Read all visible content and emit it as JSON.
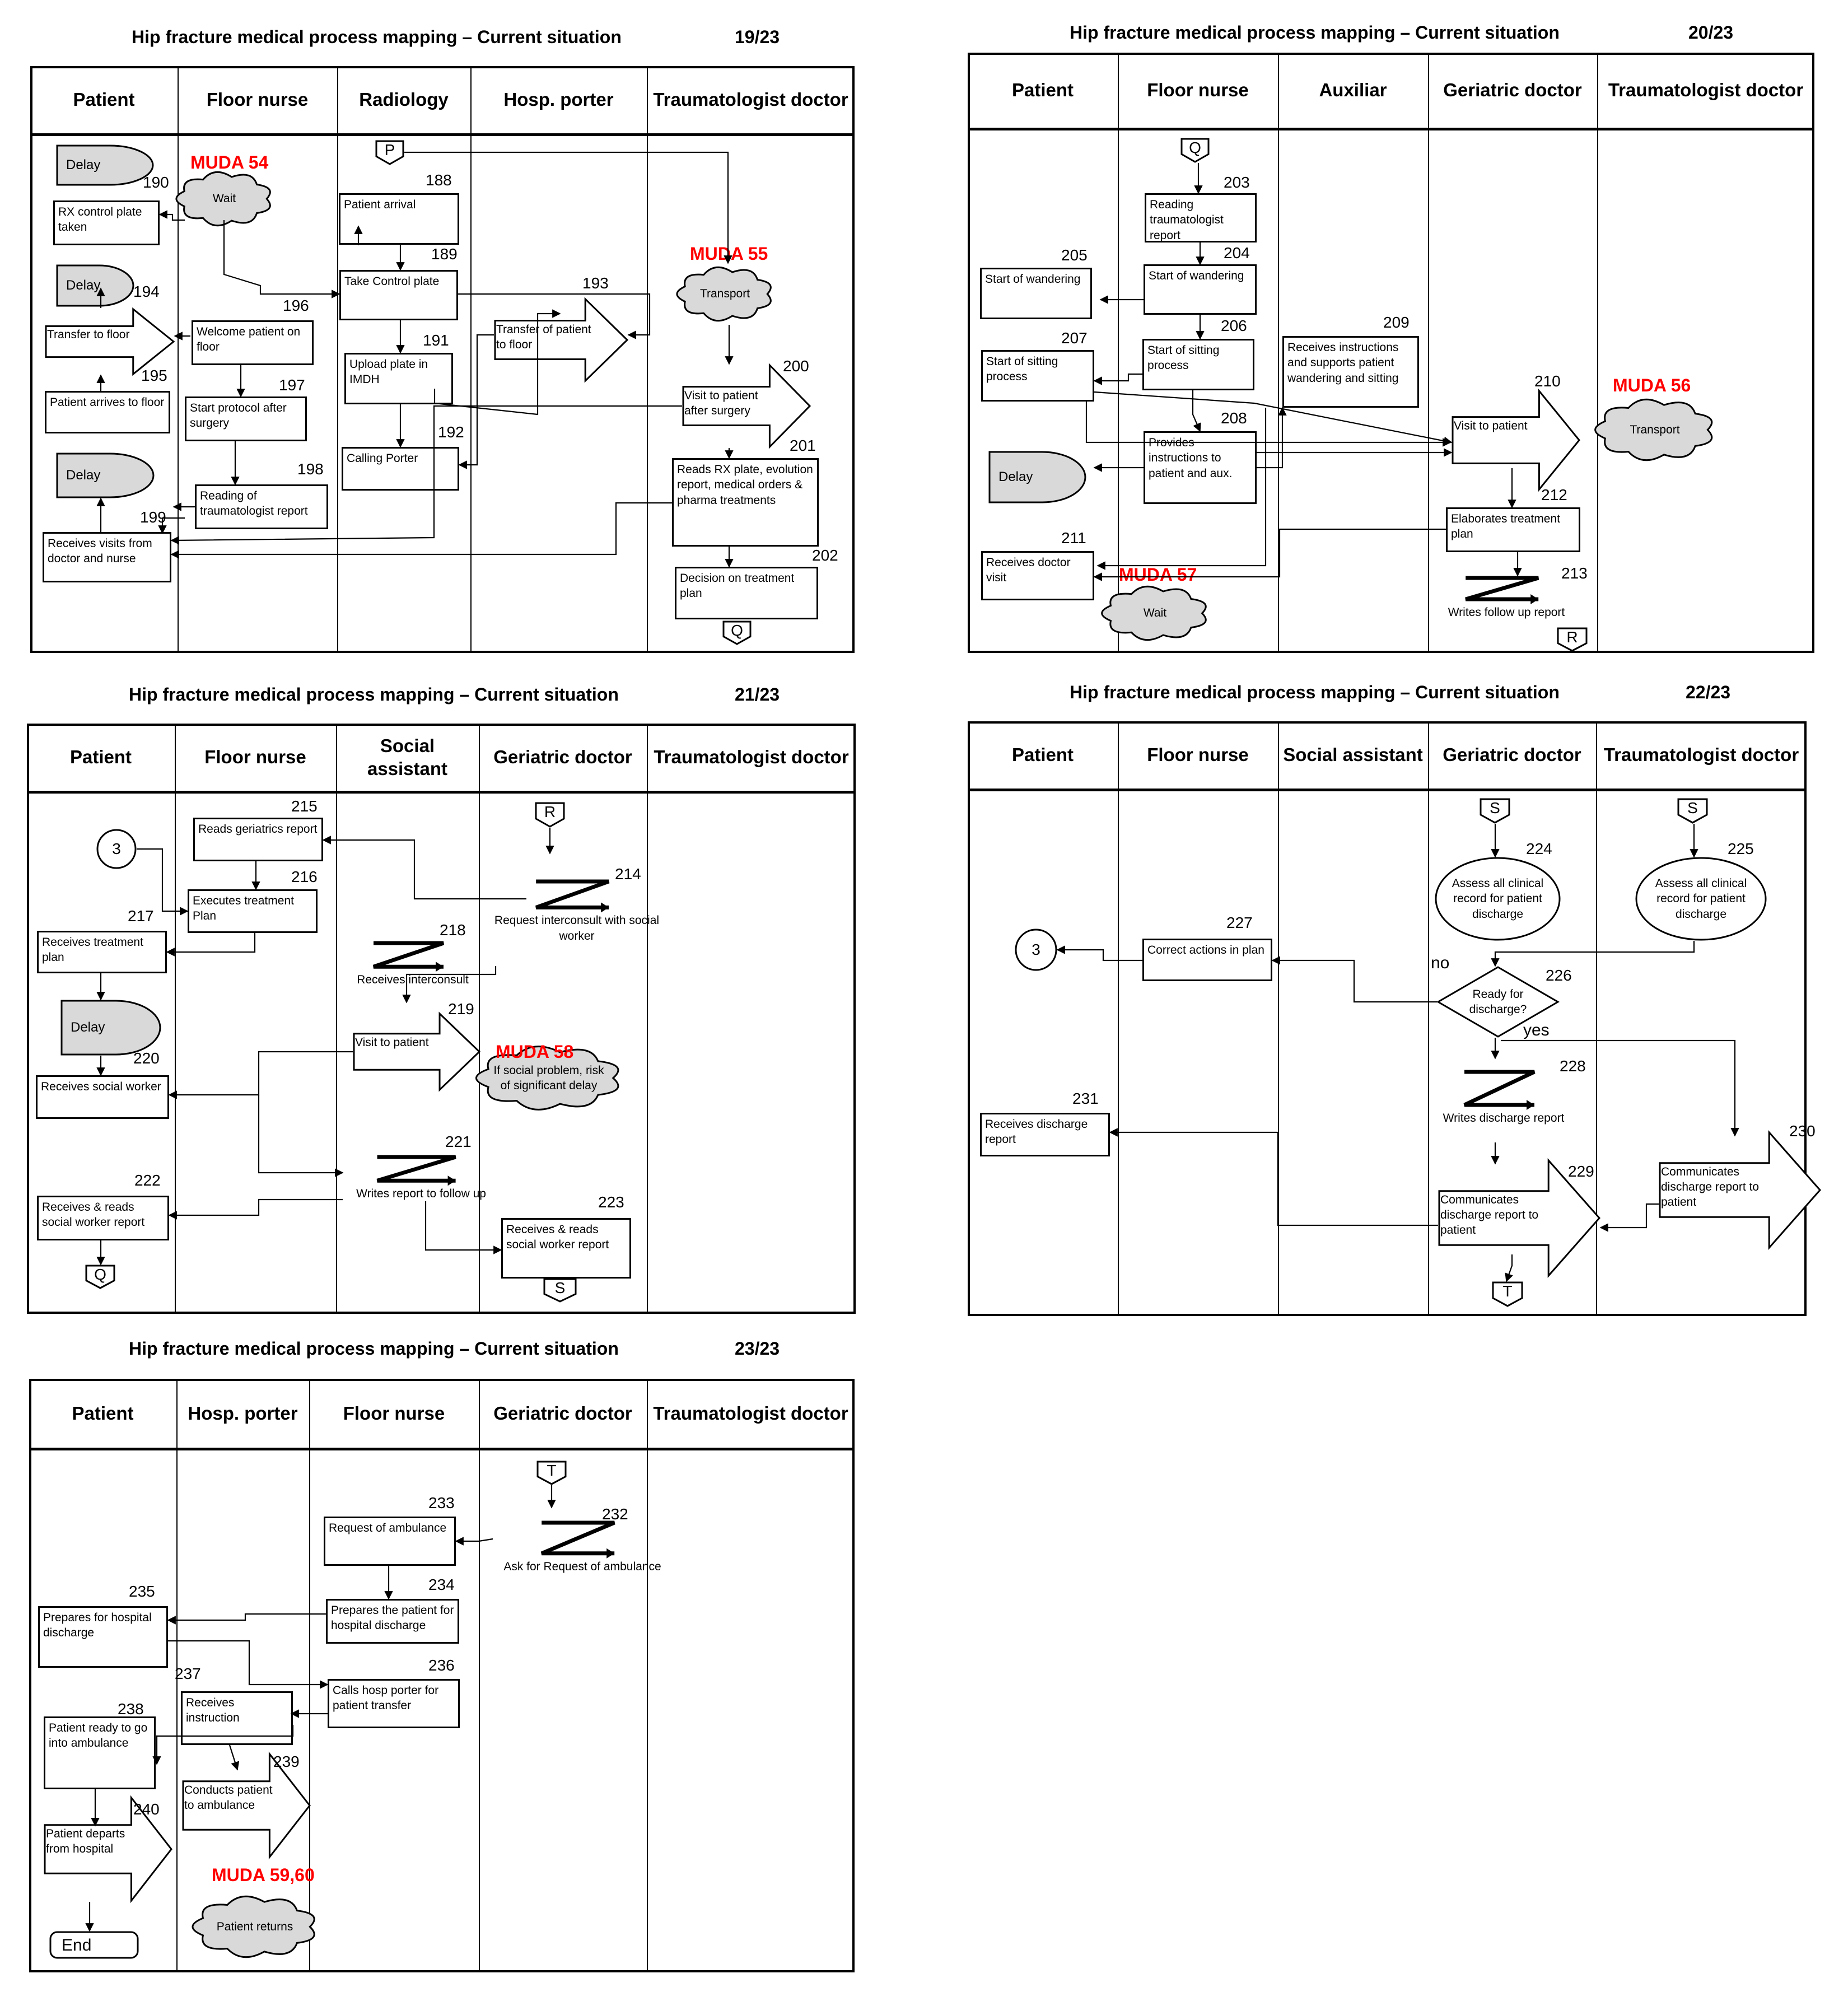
{
  "colors": {
    "muda": "#ff0000",
    "delay_fill": "#d9d9d9",
    "cloud_fill": "#d9d9d9",
    "line": "#000000"
  },
  "pages": [
    {
      "title": "Hip fracture medical process mapping – Current situation",
      "page": "19/23",
      "lanes": [
        "Patient",
        "Floor nurse",
        "Radiology",
        "Hosp. porter",
        "Traumatologist doctor"
      ],
      "steps": [
        {
          "id": "p19-190",
          "num": "190",
          "text": "RX control plate taken",
          "shape": "box"
        },
        {
          "id": "p19-194",
          "num": "194",
          "text": "Transfer to floor",
          "shape": "arrow"
        },
        {
          "id": "p19-195",
          "num": "195",
          "text": "Patient arrives to floor",
          "shape": "box"
        },
        {
          "id": "p19-199",
          "num": "199",
          "text": "Receives visits from doctor and nurse",
          "shape": "box"
        },
        {
          "id": "p19-196",
          "num": "196",
          "text": "Welcome patient on floor",
          "shape": "box"
        },
        {
          "id": "p19-197",
          "num": "197",
          "text": "Start protocol after surgery",
          "shape": "box"
        },
        {
          "id": "p19-198",
          "num": "198",
          "text": "Reading of traumatologist report",
          "shape": "box"
        },
        {
          "id": "p19-188",
          "num": "188",
          "text": "Patient arrival",
          "shape": "box"
        },
        {
          "id": "p19-189",
          "num": "189",
          "text": "Take Control plate",
          "shape": "box"
        },
        {
          "id": "p19-191",
          "num": "191",
          "text": "Upload plate in IMDH",
          "shape": "box"
        },
        {
          "id": "p19-192",
          "num": "192",
          "text": "Calling Porter",
          "shape": "box"
        },
        {
          "id": "p19-193",
          "num": "193",
          "text": "Transfer of patient to floor",
          "shape": "arrow"
        },
        {
          "id": "p19-200",
          "num": "200",
          "text": "Visit to patient after surgery",
          "shape": "arrow"
        },
        {
          "id": "p19-201",
          "num": "201",
          "text": "Reads RX plate, evolution report, medical orders & pharma treatments",
          "shape": "box"
        },
        {
          "id": "p19-202",
          "num": "202",
          "text": "Decision on treatment plan",
          "shape": "box"
        },
        {
          "id": "p19-d1",
          "text": "Delay",
          "shape": "delay"
        },
        {
          "id": "p19-d2",
          "text": "Delay",
          "shape": "delay"
        },
        {
          "id": "p19-d3",
          "text": "Delay",
          "shape": "delay"
        },
        {
          "id": "p19-c1",
          "text": "Wait",
          "shape": "cloud"
        },
        {
          "id": "p19-c2",
          "text": "Transport",
          "shape": "cloud"
        },
        {
          "id": "p19-P",
          "text": "P",
          "shape": "connector-in"
        },
        {
          "id": "p19-Q",
          "text": "Q",
          "shape": "connector-out"
        }
      ],
      "mudas": [
        {
          "id": "p19-m54",
          "text": "MUDA 54"
        },
        {
          "id": "p19-m55",
          "text": "MUDA 55"
        }
      ]
    },
    {
      "title": "Hip fracture medical process mapping – Current situation",
      "page": "20/23",
      "lanes": [
        "Patient",
        "Floor nurse",
        "Auxiliar",
        "Geriatric doctor",
        "Traumatologist doctor"
      ],
      "steps": [
        {
          "id": "p20-203",
          "num": "203",
          "text": "Reading traumatologist report",
          "shape": "box"
        },
        {
          "id": "p20-204",
          "num": "204",
          "text": "Start of wandering",
          "shape": "box"
        },
        {
          "id": "p20-205",
          "num": "205",
          "text": "Start of wandering",
          "shape": "box"
        },
        {
          "id": "p20-206",
          "num": "206",
          "text": "Start of sitting process",
          "shape": "box"
        },
        {
          "id": "p20-207",
          "num": "207",
          "text": "Start of sitting process",
          "shape": "box"
        },
        {
          "id": "p20-208",
          "num": "208",
          "text": "Provides instructions to patient and aux.",
          "shape": "box"
        },
        {
          "id": "p20-209",
          "num": "209",
          "text": "Receives instructions and supports patient wandering and sitting",
          "shape": "box"
        },
        {
          "id": "p20-210",
          "num": "210",
          "text": "Visit to patient",
          "shape": "arrow"
        },
        {
          "id": "p20-211",
          "num": "211",
          "text": "Receives doctor visit",
          "shape": "box"
        },
        {
          "id": "p20-212",
          "num": "212",
          "text": "Elaborates treatment plan",
          "shape": "box"
        },
        {
          "id": "p20-213",
          "num": "213",
          "text": "Writes follow up report",
          "shape": "zsymbol"
        },
        {
          "id": "p20-d1",
          "text": "Delay",
          "shape": "delay"
        },
        {
          "id": "p20-c1",
          "text": "Transport",
          "shape": "cloud"
        },
        {
          "id": "p20-c2",
          "text": "Wait",
          "shape": "cloud"
        },
        {
          "id": "p20-Q",
          "text": "Q",
          "shape": "connector-in"
        },
        {
          "id": "p20-R",
          "text": "R",
          "shape": "connector-out"
        }
      ],
      "mudas": [
        {
          "id": "p20-m56",
          "text": "MUDA 56"
        },
        {
          "id": "p20-m57",
          "text": "MUDA 57"
        }
      ]
    },
    {
      "title": "Hip fracture medical process mapping – Current situation",
      "page": "21/23",
      "lanes": [
        "Patient",
        "Floor nurse",
        "Social assistant",
        "Geriatric doctor",
        "Traumatologist doctor"
      ],
      "steps": [
        {
          "id": "p21-214",
          "num": "214",
          "text": "Request interconsult with social worker",
          "shape": "zsymbol"
        },
        {
          "id": "p21-215",
          "num": "215",
          "text": "Reads geriatrics report",
          "shape": "box"
        },
        {
          "id": "p21-216",
          "num": "216",
          "text": "Executes treatment Plan",
          "shape": "box"
        },
        {
          "id": "p21-217",
          "num": "217",
          "text": "Receives treatment plan",
          "shape": "box"
        },
        {
          "id": "p21-218",
          "num": "218",
          "text": "Receives  interconsult",
          "shape": "zsymbol"
        },
        {
          "id": "p21-219",
          "num": "219",
          "text": "Visit to patient",
          "shape": "arrow"
        },
        {
          "id": "p21-220",
          "num": "220",
          "text": "Receives social worker",
          "shape": "box"
        },
        {
          "id": "p21-221",
          "num": "221",
          "text": "Writes report to follow up",
          "shape": "zsymbol"
        },
        {
          "id": "p21-222",
          "num": "222",
          "text": "Receives & reads social worker report",
          "shape": "box"
        },
        {
          "id": "p21-223",
          "num": "223",
          "text": "Receives & reads social worker report",
          "shape": "box"
        },
        {
          "id": "p21-d1",
          "text": "Delay",
          "shape": "delay"
        },
        {
          "id": "p21-c1",
          "text": "If social problem, risk of significant delay",
          "shape": "cloud"
        },
        {
          "id": "p21-3",
          "text": "3",
          "shape": "circle"
        },
        {
          "id": "p21-R",
          "text": "R",
          "shape": "connector-in"
        },
        {
          "id": "p21-Q",
          "text": "Q",
          "shape": "connector-out"
        },
        {
          "id": "p21-S",
          "text": "S",
          "shape": "connector-out"
        }
      ],
      "mudas": [
        {
          "id": "p21-m58",
          "text": "MUDA 58"
        }
      ]
    },
    {
      "title": "Hip fracture medical process mapping – Current situation",
      "page": "22/23",
      "lanes": [
        "Patient",
        "Floor nurse",
        "Social assistant",
        "Geriatric doctor",
        "Traumatologist doctor"
      ],
      "steps": [
        {
          "id": "p22-224",
          "num": "224",
          "text": "Assess all clinical record for patient discharge",
          "shape": "ellipse"
        },
        {
          "id": "p22-225",
          "num": "225",
          "text": "Assess all clinical record for patient discharge",
          "shape": "ellipse"
        },
        {
          "id": "p22-226",
          "num": "226",
          "text": "Ready for discharge?",
          "shape": "diamond"
        },
        {
          "id": "p22-227",
          "num": "227",
          "text": "Correct actions in plan",
          "shape": "box"
        },
        {
          "id": "p22-228",
          "num": "228",
          "text": "Writes discharge report",
          "shape": "zsymbol"
        },
        {
          "id": "p22-229",
          "num": "229",
          "text": "Communicates discharge report to patient",
          "shape": "arrow"
        },
        {
          "id": "p22-230",
          "num": "230",
          "text": "Communicates discharge report to patient",
          "shape": "arrow"
        },
        {
          "id": "p22-231",
          "num": "231",
          "text": "Receives discharge report",
          "shape": "box"
        },
        {
          "id": "p22-3",
          "text": "3",
          "shape": "circle"
        },
        {
          "id": "p22-S1",
          "text": "S",
          "shape": "connector-in"
        },
        {
          "id": "p22-S2",
          "text": "S",
          "shape": "connector-in"
        },
        {
          "id": "p22-T",
          "text": "T",
          "shape": "connector-out"
        }
      ],
      "labels": {
        "no": "no",
        "yes": "yes"
      }
    },
    {
      "title": "Hip fracture medical process mapping – Current situation",
      "page": "23/23",
      "lanes": [
        "Patient",
        "Hosp. porter",
        "Floor nurse",
        "Geriatric doctor",
        "Traumatologist doctor"
      ],
      "steps": [
        {
          "id": "p23-232",
          "num": "232",
          "text": "Ask for Request of ambulance",
          "shape": "zsymbol"
        },
        {
          "id": "p23-233",
          "num": "233",
          "text": "Request of ambulance",
          "shape": "box"
        },
        {
          "id": "p23-234",
          "num": "234",
          "text": "Prepares the patient for hospital discharge",
          "shape": "box"
        },
        {
          "id": "p23-235",
          "num": "235",
          "text": "Prepares for hospital discharge",
          "shape": "box"
        },
        {
          "id": "p23-236",
          "num": "236",
          "text": "Calls hosp porter for patient transfer",
          "shape": "box"
        },
        {
          "id": "p23-237",
          "num": "237",
          "text": "Receives instruction",
          "shape": "box"
        },
        {
          "id": "p23-238",
          "num": "238",
          "text": "Patient ready to go into ambulance",
          "shape": "box"
        },
        {
          "id": "p23-239",
          "num": "239",
          "text": "Conducts patient to ambulance",
          "shape": "arrow"
        },
        {
          "id": "p23-240",
          "num": "240",
          "text": "Patient departs from hospital",
          "shape": "arrow"
        },
        {
          "id": "p23-end",
          "text": "End",
          "shape": "terminator"
        },
        {
          "id": "p23-c1",
          "text": "Patient returns",
          "shape": "cloud"
        },
        {
          "id": "p23-T",
          "text": "T",
          "shape": "connector-in"
        }
      ],
      "mudas": [
        {
          "id": "p23-m5960",
          "text": "MUDA 59,60"
        }
      ]
    }
  ]
}
